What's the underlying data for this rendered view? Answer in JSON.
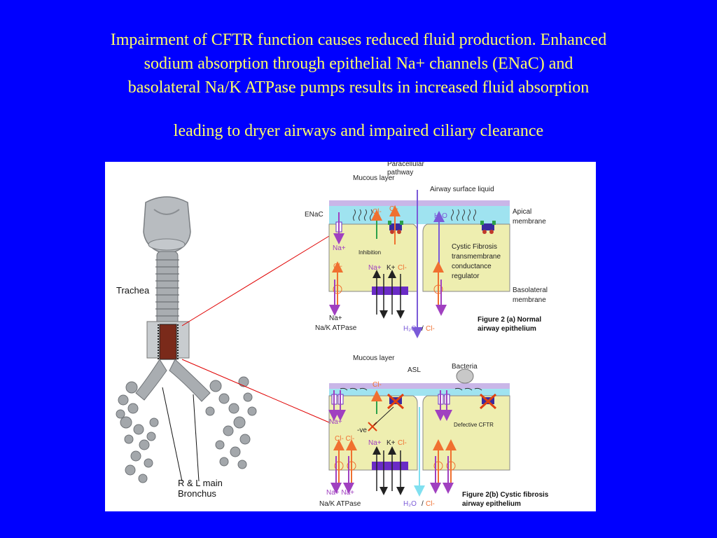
{
  "title": {
    "line1": "Impairment of CFTR function causes reduced fluid production. Enhanced",
    "line2": "sodium absorption through epithelial Na+ channels (ENaC) and",
    "line3": "basolateral Na/K ATPase pumps results in increased fluid absorption"
  },
  "subtitle": "leading to dryer airways and impaired ciliary clearance",
  "figure": {
    "trachea": {
      "trachea_label": "Trachea",
      "bronchus_label_1": "R & L main",
      "bronchus_label_2": "Bronchus"
    },
    "normal": {
      "mucous_layer": "Mucous layer",
      "paracellular_1": "Paracellular",
      "paracellular_2": "pathway",
      "asl": "Airway surface liquid",
      "enac": "ENaC",
      "cl1": "Cl-",
      "cl2": "Cl-",
      "h2o_top": "H₂O",
      "apical_1": "Apical",
      "apical_2": "membrane",
      "na_plus": "Na+",
      "inhibition": "Inhibition",
      "cftr_1": "Cystic Fibrosis",
      "cftr_2": "transmembrane",
      "cftr_3": "conductance",
      "cftr_4": "regulator",
      "cl_left": "Cl-",
      "pump_na": "Na+",
      "pump_k": "K+",
      "pump_cl": "Cl-",
      "baso_1": "Basolateral",
      "baso_2": "membrane",
      "na_bottom": "Na+",
      "na_k_atpase": "Na/K ATPase",
      "h2o_bottom": "H₂O",
      "slash": "/",
      "cl_bottom": "Cl-",
      "caption_1": "Figure 2 (a) Normal",
      "caption_2": "airway epithelium"
    },
    "cf": {
      "mucous_layer": "Mucous layer",
      "asl": "ASL",
      "bacteria": "Bacteria",
      "cl_top": "Cl-",
      "na_plus": "Na+",
      "minus_ve": "-ve",
      "defective_cftr": "Defective CFTR",
      "cl_left": "Cl- Cl-",
      "pump_na": "Na+",
      "pump_k": "K+",
      "pump_cl": "Cl-",
      "na_bottom": "Na+ Na+",
      "na_k_atpase": "Na/K ATPase",
      "h2o_bottom": "H₂O",
      "slash": "/",
      "cl_bottom": "Cl-",
      "caption_1": "Figure 2(b) Cystic fibrosis",
      "caption_2": "airway epithelium"
    }
  },
  "colors": {
    "background": "#0000ff",
    "title_text": "#ffff66",
    "cell": "#eeeeb0",
    "asl": "#9fe3f0",
    "mucus": "#c9b6e8",
    "na": "#a040c0",
    "cl": "#f07030",
    "pump": "#6a2bc6",
    "h2o": "#7a5ad8",
    "leader_line": "#e00000"
  }
}
